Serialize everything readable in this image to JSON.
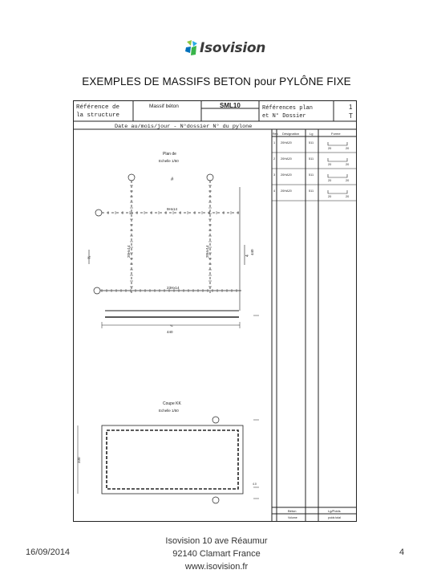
{
  "header": {
    "logo_text": "Isovision",
    "title": "EXEMPLES DE MASSIFS BETON pour PYLÔNE FIXE"
  },
  "sheet": {
    "ref_structure_line1": "Référence de",
    "ref_structure_line2": "la structure",
    "massif_label": "Massif béton",
    "massif_code": "SML10",
    "ref_plan_line1": "Références plan",
    "ref_plan_line2": "et N° Dossier",
    "sheet_number": "1",
    "sheet_index": "T",
    "subheader": "Date au/mois/jour - N°dossier    N° du pylone",
    "plan_view_title": "Plan de",
    "plan_view_scale": "Echelle 1/50",
    "section_view_title": "Coupe KK",
    "section_view_scale": "Echelle 1/50",
    "dim_top_bar": "9Hx14",
    "dim_bottom_bar": "23Hx14",
    "dim_left_vertical": "20Hx14",
    "dim_right_vertical": "20Hx14",
    "dim_width": "440",
    "dim_height": "440",
    "dim_section_height": "330",
    "dim_cover_top": "4.0",
    "dim_cover_bottom": "4.0",
    "table_headers": [
      "Rep.",
      "Désignation",
      "Lg",
      "Forme"
    ],
    "table_rows": [
      {
        "rep": "1",
        "designation": "20HA20",
        "length": "511",
        "shape_top": "20",
        "shape_bottom": "20"
      },
      {
        "rep": "2",
        "designation": "20HA20",
        "length": "511",
        "shape_top": "20",
        "shape_bottom": "20"
      },
      {
        "rep": "3",
        "designation": "20HA20",
        "length": "511",
        "shape_top": "20",
        "shape_bottom": "20"
      },
      {
        "rep": "4",
        "designation": "20HA20",
        "length": "511",
        "shape_top": "20",
        "shape_bottom": "20"
      }
    ],
    "footer_table_headers": [
      "Béton",
      "Lg/Poids"
    ],
    "footer_table_values": [
      "Volume",
      "poids total"
    ]
  },
  "footer": {
    "date": "16/09/2014",
    "address_line1": "Isovision 10 ave Réaumur",
    "address_line2": "92140 Clamart France",
    "address_line3": "www.isovision.fr",
    "page_number": "4"
  }
}
